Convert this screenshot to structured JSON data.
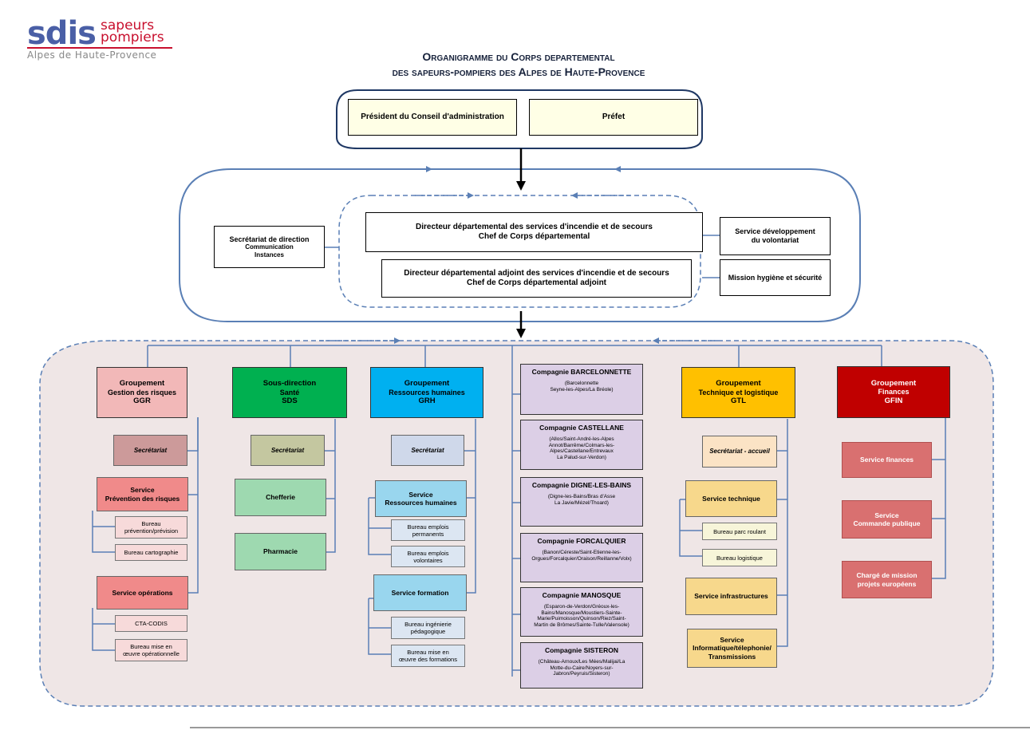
{
  "logo": {
    "main": "sdis",
    "line1": "sapeurs",
    "line2": "pompiers",
    "subtitle": "Alpes de Haute-Provence"
  },
  "title": {
    "line1": "Organigramme du Corps departemental",
    "line2": "des sapeurs-pompiers des Alpes de Haute-Provence"
  },
  "top": {
    "president": "Président du Conseil d'administration",
    "prefet": "Préfet"
  },
  "direction": {
    "secretariat": [
      "Secrétariat de direction",
      "Communication",
      "Instances"
    ],
    "directeur": [
      "Directeur départemental des services d'incendie et de secours",
      "Chef de Corps départemental"
    ],
    "adjoint": [
      "Directeur départemental adjoint des services d'incendie et de secours",
      "Chef de Corps départemental adjoint"
    ],
    "volontariat": [
      "Service développement",
      "du volontariat"
    ],
    "hygiene": "Mission hygiène et sécurité"
  },
  "ggr": {
    "head": [
      "Groupement",
      "Gestion des risques",
      "GGR"
    ],
    "secretariat": "Secrétariat",
    "prevention": [
      "Service",
      "Prévention des risques"
    ],
    "bureau_prevention": [
      "Bureau",
      "prévention/prévision"
    ],
    "bureau_carto": "Bureau cartographie",
    "operations": "Service opérations",
    "cta": "CTA-CODIS",
    "bureau_mise": [
      "Bureau mise en",
      "œuvre opérationnelle"
    ]
  },
  "sds": {
    "head": [
      "Sous-direction",
      "Santé",
      "SDS"
    ],
    "secretariat": "Secrétariat",
    "chefferie": "Chefferie",
    "pharmacie": "Pharmacie"
  },
  "grh": {
    "head": [
      "Groupement",
      "Ressources humaines",
      "GRH"
    ],
    "secretariat": "Secrétariat",
    "service_rh": [
      "Service",
      "Ressources humaines"
    ],
    "emplois_perm": [
      "Bureau emplois",
      "permanents"
    ],
    "emplois_vol": [
      "Bureau emplois",
      "volontaires"
    ],
    "formation": "Service formation",
    "ingenierie": [
      "Bureau ingénierie",
      "pédagogique"
    ],
    "mise_formations": [
      "Bureau mise en",
      "œuvre des formations"
    ]
  },
  "compagnies": [
    {
      "name": "Compagnie BARCELONNETTE",
      "towns": [
        "(Barcelonnette",
        "Seyne-les-Alpes/La Bréole)"
      ]
    },
    {
      "name": "Compagnie CASTELLANE",
      "towns": [
        "(Allos/Saint-André-les-Alpes",
        "Annot/Barrême/Colmars-les-",
        "Alpes/Castellane/Entrevaux",
        "La Palud-sur-Verdon)"
      ]
    },
    {
      "name": "Compagnie DIGNE-LES-BAINS",
      "towns": [
        "(Digne-les-Bains/Bras d'Asse",
        "La Javie/Mézel/Thoard)"
      ]
    },
    {
      "name": "Compagnie FORCALQUIER",
      "towns": [
        "(Banon/Céreste/Saint-Etienne-les-",
        "Orgues/Forcalquier/Oraison/Reillanne/Volx)"
      ]
    },
    {
      "name": "Compagnie MANOSQUE",
      "towns": [
        "(Esparon-de-Verdon/Gréoux-les-",
        "Bains/Manosque/Moustiers-Sainte-",
        "Marie/Puimoisson/Quinson/Riez/Saint-",
        "Martin de Brômes/Sainte-Tulle/Valensole)"
      ]
    },
    {
      "name": "Compagnie SISTERON",
      "towns": [
        "(Château-Arnoux/Les Mées/Malijai/La",
        "Motte-du-Caire/Noyers-sur-",
        "Jabron/Peyruis/Sisteron)"
      ]
    }
  ],
  "gtl": {
    "head": [
      "Groupement",
      "Technique et logistique",
      "GTL"
    ],
    "secretariat": "Secrétariat - accueil",
    "technique": "Service technique",
    "parc": "Bureau parc roulant",
    "logistique": "Bureau logistique",
    "infra": "Service infrastructures",
    "sit": [
      "Service",
      "Informatique/télephonie/",
      "Transmissions"
    ]
  },
  "gfin": {
    "head": [
      "Groupement",
      "Finances",
      "GFIN"
    ],
    "finances": "Service finances",
    "commande": [
      "Service",
      "Commande publique"
    ],
    "mission": [
      "Chargé de mission",
      "projets européens"
    ]
  },
  "colors": {
    "ggr": "#f2b8b8",
    "sds": "#00b050",
    "grh": "#00b0f0",
    "gtl": "#ffc000",
    "gfin": "#c00000",
    "ggr_sec": "#cc9a9a",
    "ggr_svc": "#f08a8a",
    "ggr_bur": "#f7dada",
    "sds_sec": "#c4c7a0",
    "sds_svc": "#9ed9b0",
    "grh_sec": "#cfd8ea",
    "grh_svc": "#99d6ee",
    "grh_bur": "#dce6f2",
    "gtl_sec": "#fbe3c5",
    "gtl_svc": "#f7d88c",
    "gtl_bur": "#f7f5d9",
    "gfin_svc": "#d97070",
    "compagnie": "#dccfe6",
    "panel": "#efe6e6",
    "connector": "#5a7fb5"
  }
}
